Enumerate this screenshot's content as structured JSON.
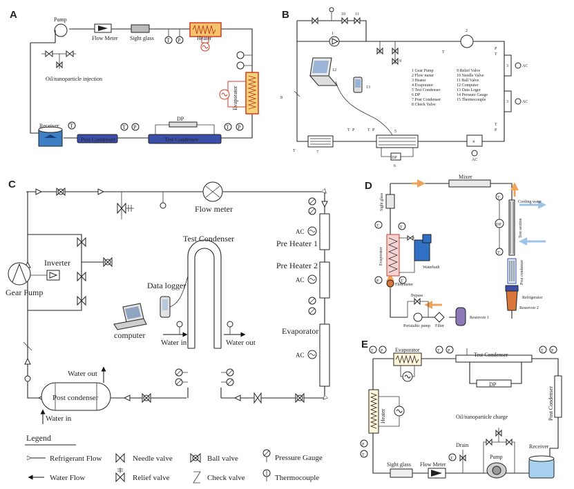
{
  "panels": {
    "a": "A",
    "b": "B",
    "c": "C",
    "d": "D",
    "e": "E"
  },
  "a": {
    "pump": "Pump",
    "flow_meter": "Flow Meter",
    "sight_glass": "Sight glass",
    "heater": "Heater",
    "oil_injection": "Oil/nanoparticle injection",
    "evaporator": "Evaporator",
    "receiver": "Receiver",
    "post_condenser": "Post Condenser",
    "dp": "DP",
    "test_condenser": "Test Condenser",
    "t": "T",
    "p": "P"
  },
  "b": {
    "n1": "1",
    "n2": "2",
    "n3": "3",
    "n4": "4",
    "n5": "5",
    "n6": "6",
    "n7": "7",
    "n8": "8",
    "n9": "9",
    "n10": "10",
    "n11": "11",
    "n12": "12",
    "n13": "13",
    "t": "T",
    "p": "P",
    "ac": "AC",
    "dp": "DP",
    "legend_left": [
      "1 Gear Pump",
      "2 Flow meter",
      "3 Heater",
      "4 Evaporator",
      "5 Test Condenser",
      "6 DP",
      "7 Post Condenser",
      "8 Check Valve"
    ],
    "legend_right": [
      "9 Relief Valve",
      "10 Needle Valve",
      "11 Ball Valve",
      "12 Computer",
      "13 Data Loger",
      "14 Pressure Gauge",
      "15 Thermocouple"
    ]
  },
  "c": {
    "flow_meter": "Flow meter",
    "test_condenser": "Test Condenser",
    "inverter": "Inverter",
    "gear_pump": "Gear Pump",
    "data_logger": "Data logger",
    "computer": "computer",
    "water_in": "Water in",
    "water_out": "Water out",
    "pre_heater_1": "Pre Heater 1",
    "pre_heater_2": "Pre Heater 2",
    "evaporator": "Evaporator",
    "post_condenser": "Post condenser",
    "ac": "AC",
    "legend": {
      "title": "Legend",
      "refrigerant_flow": "Refrigerant Flow",
      "water_flow": "Water Flow",
      "needle_valve": "Needle valve",
      "relief_valve": "Relief valve",
      "ball_valve": "Ball valve",
      "check_valve": "Check valve",
      "pressure_gauge": "Pressure Gauge",
      "thermocouple": "Thermocouple"
    }
  },
  "d": {
    "mixer": "Mixer",
    "sight_glass": "Sight glass",
    "cooling_water": "Cooling water",
    "test_section": "Test section",
    "evaporator": "Evaporator",
    "waterbath": "Waterbath",
    "flowmeter": "Flowmeter",
    "bypass": "Bypass",
    "peristaltic_pump": "Peristaltic pump",
    "filter": "Filter",
    "reservoir_1": "Reservoir 1",
    "refrigerator": "Refrigerator",
    "reservoir_2": "Reservoir 2",
    "post_condenser": "Post condenser",
    "dp": "DP",
    "t": "T",
    "p": "P"
  },
  "e": {
    "evaporator": "Evaporator",
    "test_condenser": "Test Condenser",
    "dp": "DP",
    "heater": "Heater",
    "post_condenser": "Post Condenser",
    "oil_charge": "Oil/nanoparticle charge",
    "drain": "Drain",
    "pump": "Pump",
    "receiver": "Receiver",
    "sight_glass": "Sight glass",
    "flow_meter": "Flow Meter",
    "t": "T",
    "p": "P"
  },
  "colors": {
    "heater_fill": "#f5c36b",
    "heater_edge": "#d43a1f",
    "condenser_blue": "#3b4fa8",
    "receiver_blue": "#3d7fc4",
    "evap_yellow": "#f4d27a",
    "bath_blue": "#2f6fc4",
    "reservoir_purple": "#8d79b8",
    "reservoir_orange": "#d9773a",
    "arrow_orange": "#f0a35a",
    "arrow_blue": "#9cc3e8"
  }
}
